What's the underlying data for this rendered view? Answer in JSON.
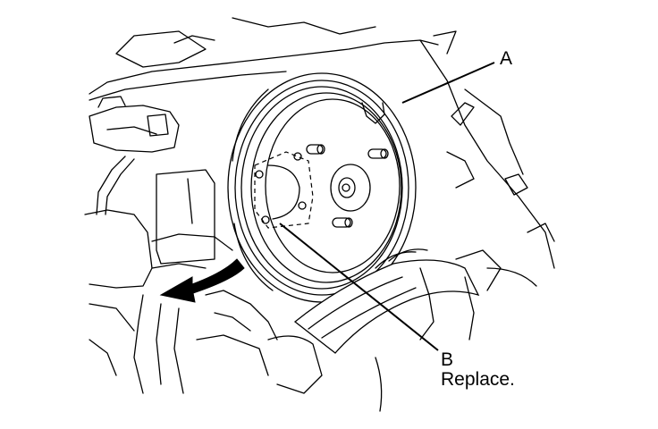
{
  "labels": {
    "a": "A",
    "b": "B",
    "b_note": "Replace."
  }
}
